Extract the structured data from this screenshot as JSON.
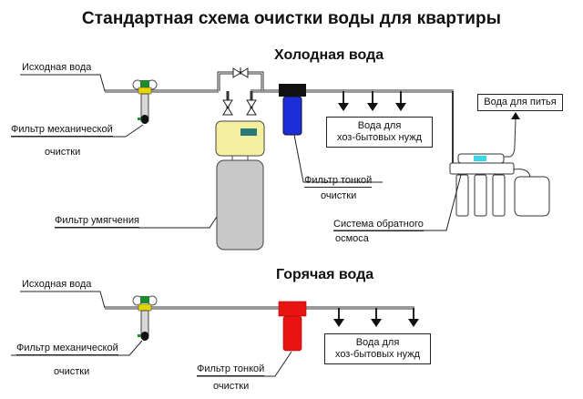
{
  "title": "Стандартная схема очистки воды для квартиры",
  "cold": {
    "heading": "Холодная вода",
    "source_label": "Исходная вода",
    "mech_filter_line1": "Фильтр механической",
    "mech_filter_line2": "очистки",
    "softener_label": "Фильтр умягчения",
    "fine_filter_line1": "Фильтр тонкой",
    "fine_filter_line2": "очистки",
    "household_line1": "Вода для",
    "household_line2": "хоз-бытовых нужд",
    "drinking_label": "Вода для питья",
    "ro_line1": "Система обратного",
    "ro_line2": "осмоса"
  },
  "hot": {
    "heading": "Горячая вода",
    "source_label": "Исходная вода",
    "mech_filter_line1": "Фильтр механической",
    "mech_filter_line2": "очистки",
    "fine_filter_line1": "Фильтр тонкой",
    "fine_filter_line2": "очистки",
    "household_line1": "Вода для",
    "household_line2": "хоз-бытовых нужд"
  },
  "colors": {
    "cold_fine_filter": "#1c2fd6",
    "hot_fine_filter": "#e81414",
    "softener_head": "#f5f0a0",
    "softener_tank": "#c8c8c8",
    "mech_filter_cap": "#1f8a2e",
    "mech_filter_ring": "#e8d400",
    "ro_indicator": "#38d8e8"
  }
}
